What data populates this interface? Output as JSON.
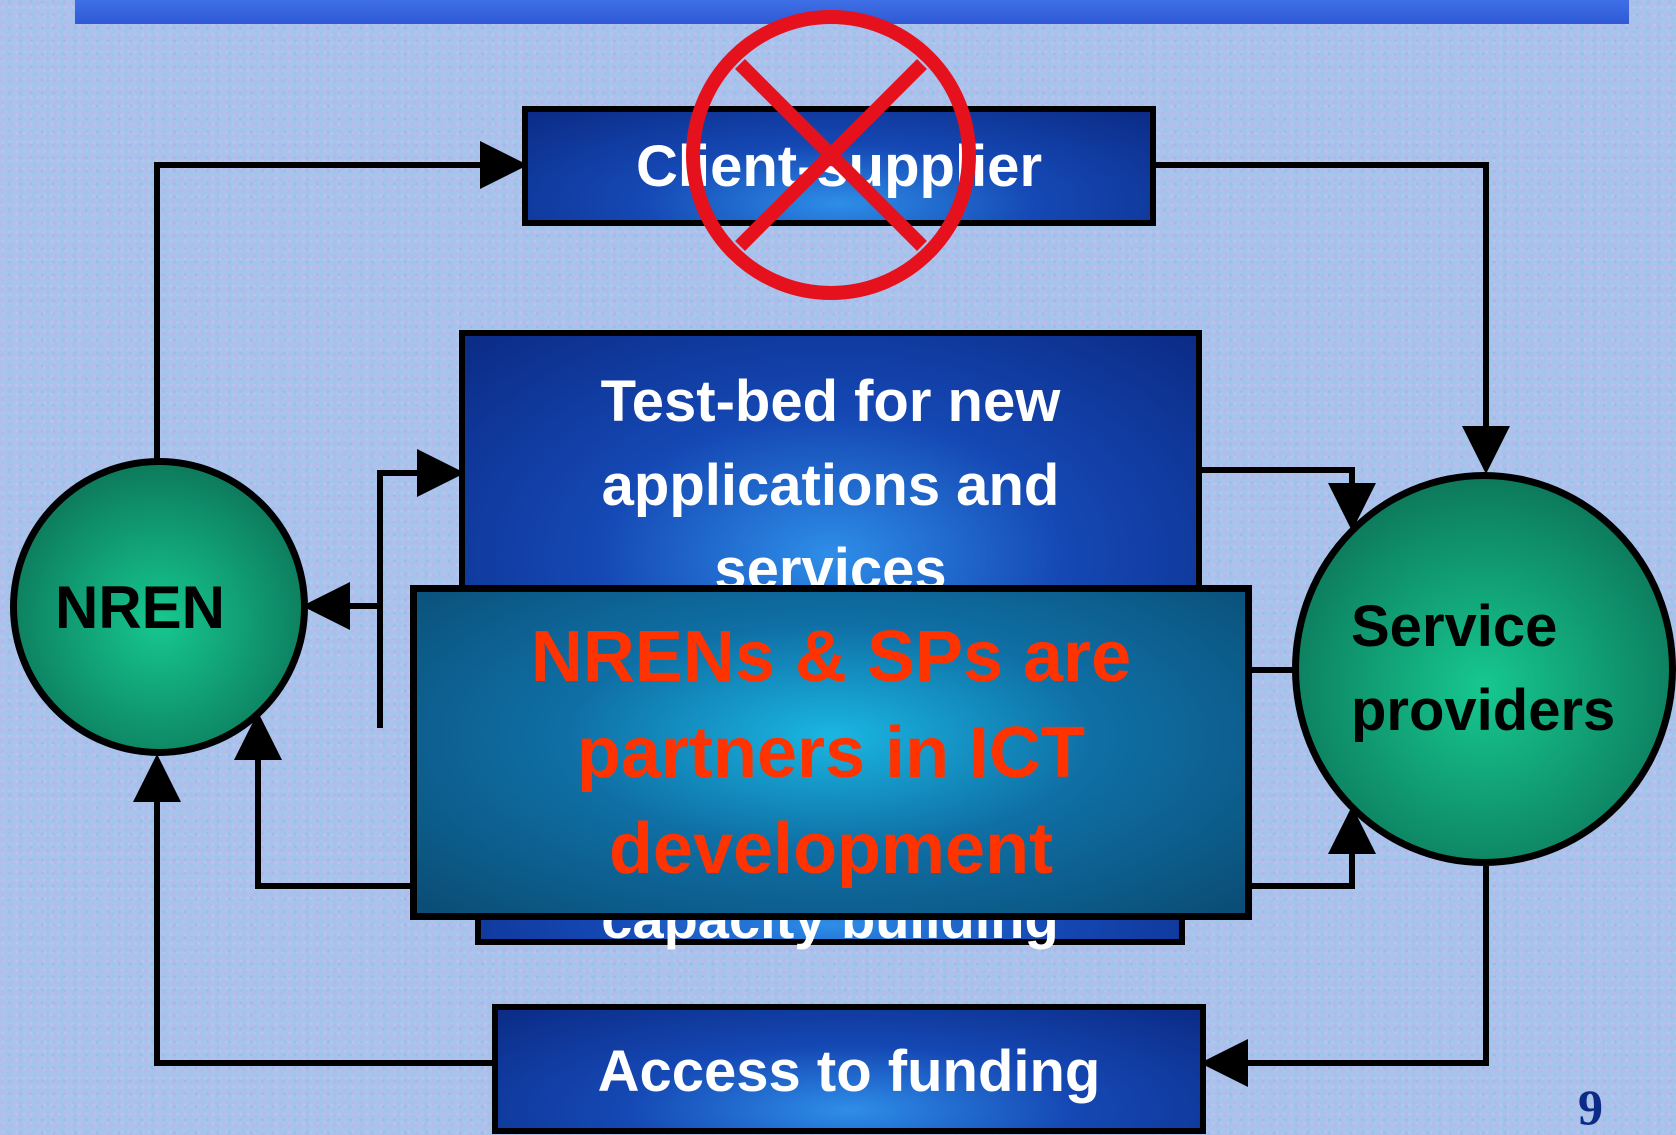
{
  "diagram": {
    "boxes": {
      "client_supplier": "Client-supplier",
      "testbed": "Test-bed for new applications and services",
      "hidden_fragment": "capacity building",
      "funding": "Access to funding"
    },
    "nodes": {
      "nren": "NREN",
      "service_providers": "Service providers"
    },
    "overlay_text": "NRENs & SPs are partners in ICT development",
    "crossed_out": "Client-supplier",
    "page_number": "9"
  },
  "colors": {
    "box_blue": "#1548b4",
    "node_green": "#0f8f6a",
    "overlay_teal": "#0f6fa5",
    "overlay_text_red": "#ff3300",
    "prohibition_red": "#e5121e"
  }
}
